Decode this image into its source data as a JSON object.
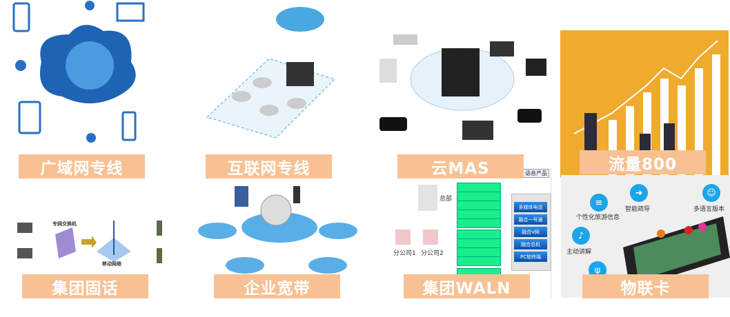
{
  "tiles": [
    {
      "label": "广域网专线"
    },
    {
      "label": "互联网专线"
    },
    {
      "label": "云MAS"
    },
    {
      "label": "流量800"
    },
    {
      "label": "集团固话",
      "diagram": {
        "switch": "专网交换机",
        "network": "移动网络"
      }
    },
    {
      "label": "企业宽带"
    },
    {
      "label": "集团WALN",
      "diagram": {
        "hq": "总部",
        "branch1": "分公司1",
        "branch2": "分公司2",
        "header": "语音产品",
        "products": [
          "多媒体电话",
          "融合一号通",
          "融合V网",
          "融合总机",
          "PC软终端"
        ]
      }
    },
    {
      "label": "物联卡",
      "features": [
        "个性化旅游信息",
        "智能疏导",
        "多语言版本",
        "主动讲解"
      ]
    }
  ],
  "colors": {
    "label_bg": "#f8c194",
    "label_text": "#ffffff",
    "chart_bg": "#f0aa2e"
  }
}
